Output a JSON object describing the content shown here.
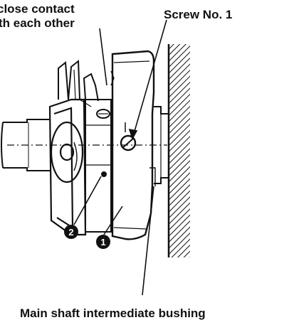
{
  "labels": {
    "close_contact_line1": "close contact",
    "close_contact_line2": "th each other",
    "screw": "Screw No. 1",
    "bushing": "Main shaft intermediate bushing",
    "callout_2": "2",
    "callout_1": "1"
  },
  "colors": {
    "ink": "#111111",
    "paper": "#ffffff"
  }
}
